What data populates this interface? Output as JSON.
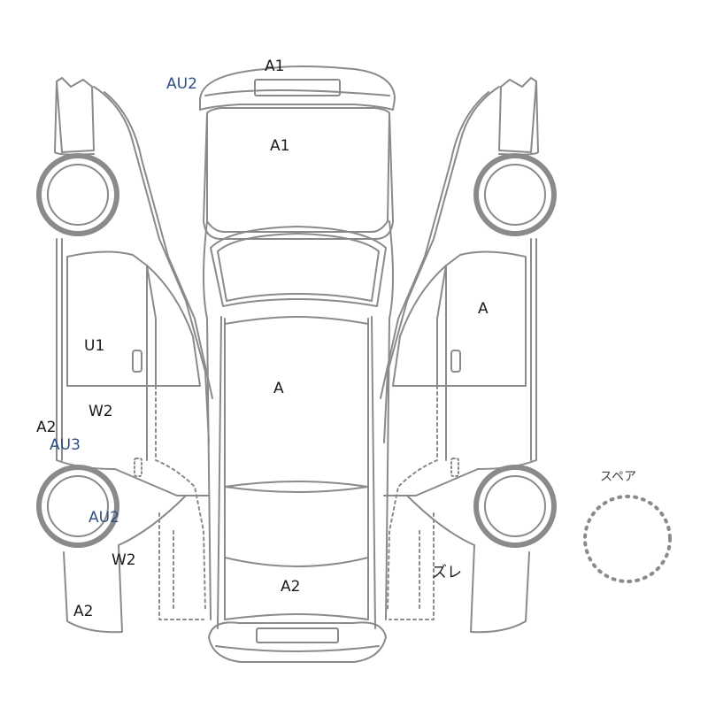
{
  "colors": {
    "outline": "#8a8a8a",
    "dark_text": "#1a1a1a",
    "blue_text": "#2d4f84"
  },
  "labels": {
    "front_bumper": "A1",
    "front_bumper_edge": "AU2",
    "hood": "A1",
    "roof": "A",
    "rear_hatch": "A2",
    "left_front_door": "U1",
    "left_rear_door": "W2",
    "left_side_panel_a": "A2",
    "left_side_panel_au": "AU3",
    "left_rear_fender_au": "AU2",
    "left_rear_fender_w": "W2",
    "left_rear_corner": "A2",
    "right_front_door": "A",
    "right_rear_misalign": "ズレ"
  },
  "spare_tire": {
    "label": "スペア",
    "icon": "spare-tire-icon"
  }
}
